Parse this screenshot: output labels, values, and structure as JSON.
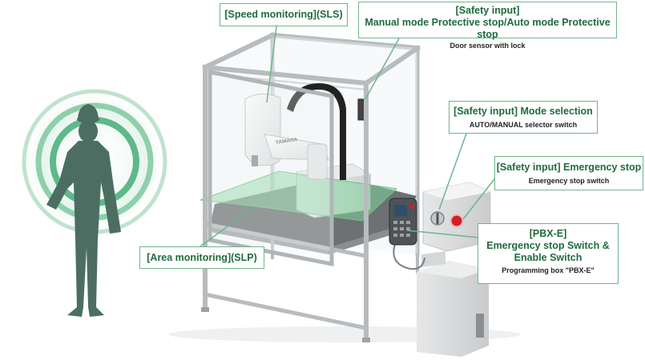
{
  "callouts": {
    "sls": {
      "title": "[Speed monitoring](SLS)"
    },
    "safety_input_stop": {
      "title": "[Safety input]",
      "line2": "Manual mode Protective stop/Auto mode Protective stop",
      "sub": "Door sensor with lock"
    },
    "mode_selection": {
      "title": "[Safety input] Mode selection",
      "sub": "AUTO/MANUAL selector switch"
    },
    "emergency_stop": {
      "title": "[Safety input] Emergency stop",
      "sub": "Emergency stop switch"
    },
    "pbx_e": {
      "title": "[PBX-E]",
      "line2": "Emergency stop Switch &",
      "line3": "Enable Switch",
      "sub": "Programming box \"PBX-E\""
    },
    "slp": {
      "title": "[Area monitoring](SLP)"
    }
  },
  "robot_brand": "YAMAHA",
  "colors": {
    "accent_green": "#6fb58c",
    "title_green": "#1f6b3d",
    "frame": "#b7bcbf",
    "person": "#4c6e62",
    "emergency_red": "#d21f26"
  }
}
